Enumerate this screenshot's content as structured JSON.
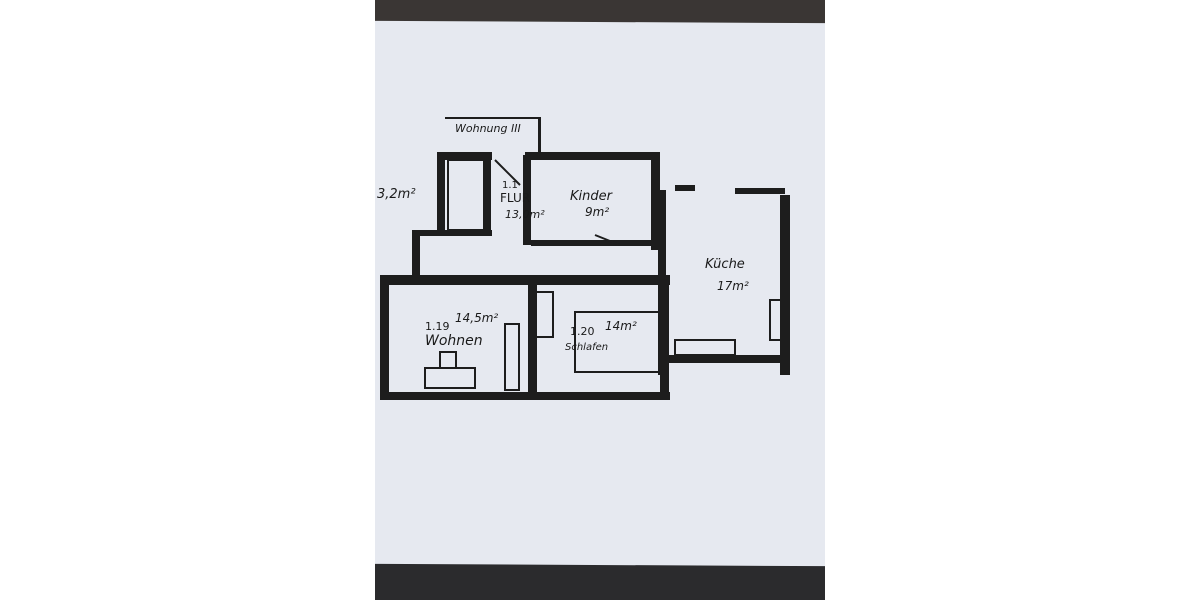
{
  "floor_plan": {
    "unit_label": "Wohnung III",
    "bath_area": "3,2m²",
    "rooms": [
      {
        "number": "1.1",
        "name": "FLUR",
        "area": "13,0m²"
      },
      {
        "number": "",
        "name": "Kinder",
        "area": "9m²"
      },
      {
        "number": "",
        "name": "Küche",
        "area": "17m²"
      },
      {
        "number": "1.19",
        "name": "Wohnen",
        "area": "14,5m²"
      },
      {
        "number": "1.20",
        "name": "Schlafen",
        "area": "14m²"
      }
    ]
  }
}
